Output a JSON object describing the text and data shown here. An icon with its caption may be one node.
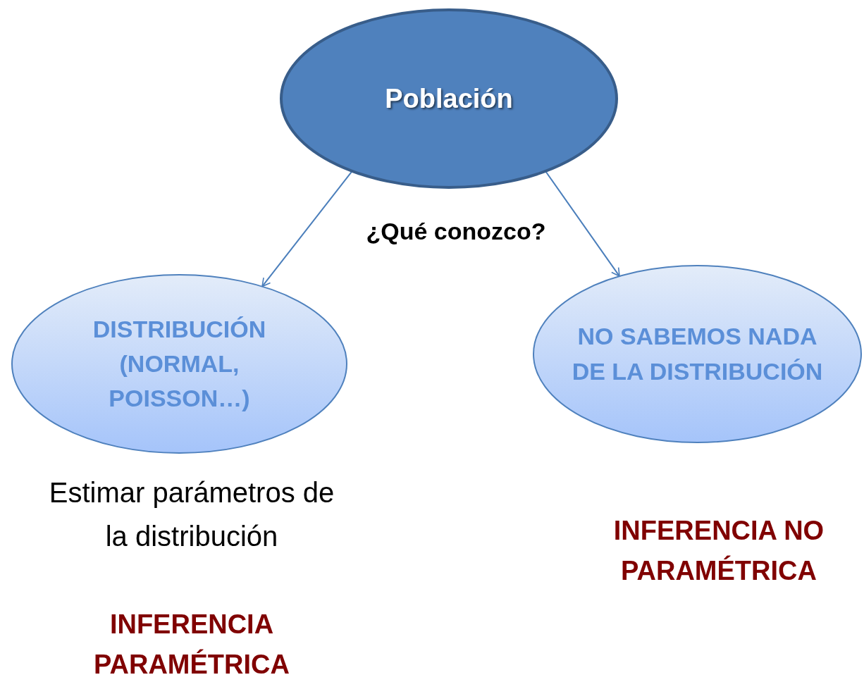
{
  "diagram": {
    "nodes": [
      {
        "text": [
          "Población"
        ]
      },
      {
        "text": [
          "DISTRIBUCIÓN (NORMAL, POISSON…)"
        ],
        "beside": [
          "Estimar parámetros de la distribución",
          "INFERENCIA PARAMÉTRICA"
        ]
      },
      {
        "text": [
          "NO SABEMOS NADA DE LA DISTRIBUCIÓN"
        ],
        "beside": [
          "INFERENCIA NO PARAMÉTRICA"
        ]
      }
    ],
    "edges": [
      {
        "from": 0,
        "to": 1,
        "arrow": "to"
      },
      {
        "from": 0,
        "to": 2,
        "arrow": "to"
      }
    ],
    "labels": [
      "¿Qué conozco?"
    ]
  }
}
